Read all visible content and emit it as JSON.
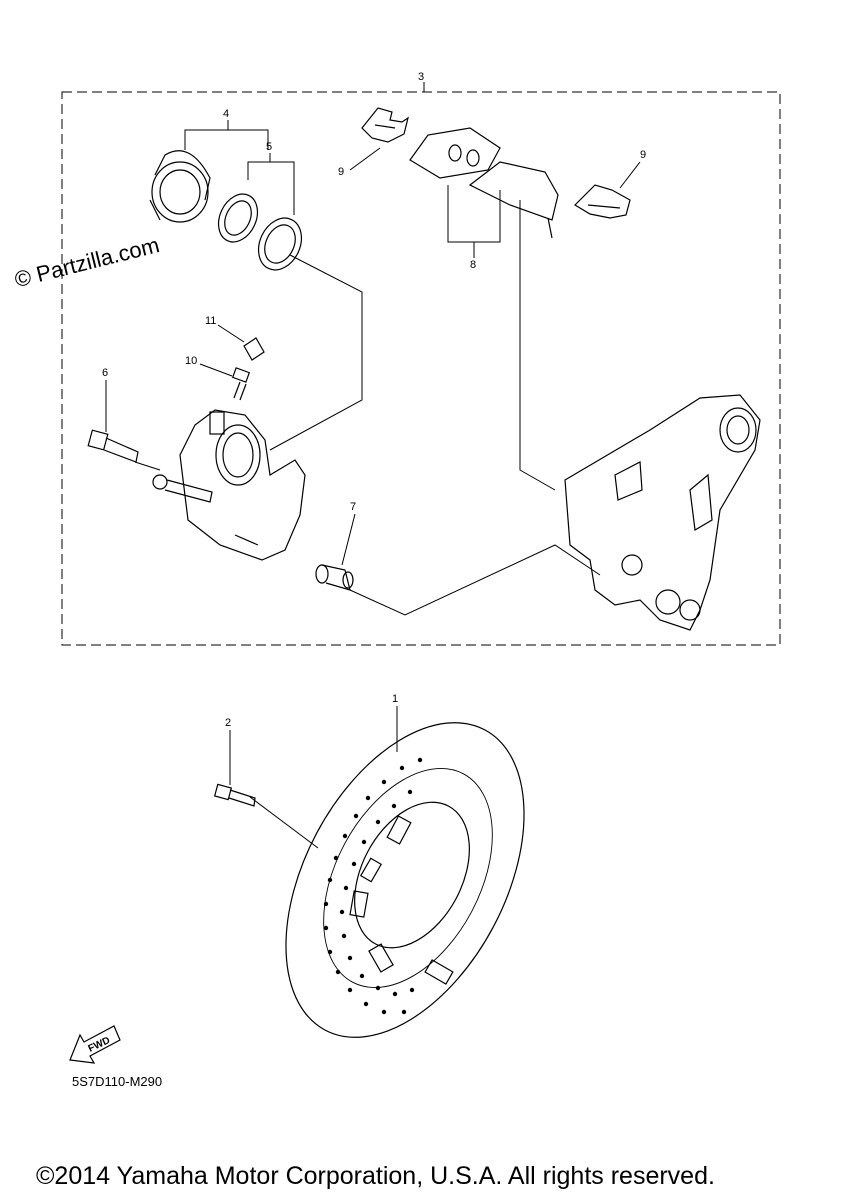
{
  "watermark": "© Partzilla.com",
  "diagram_code": "5S7D110-M290",
  "copyright": "©2014 Yamaha Motor Corporation, U.S.A. All rights reserved.",
  "fwd_label": "FWD",
  "callouts": {
    "c1": "1",
    "c2": "2",
    "c3": "3",
    "c4": "4",
    "c5": "5",
    "c6": "6",
    "c7": "7",
    "c8": "8",
    "c9a": "9",
    "c9b": "9",
    "c10": "10",
    "c11": "11"
  }
}
